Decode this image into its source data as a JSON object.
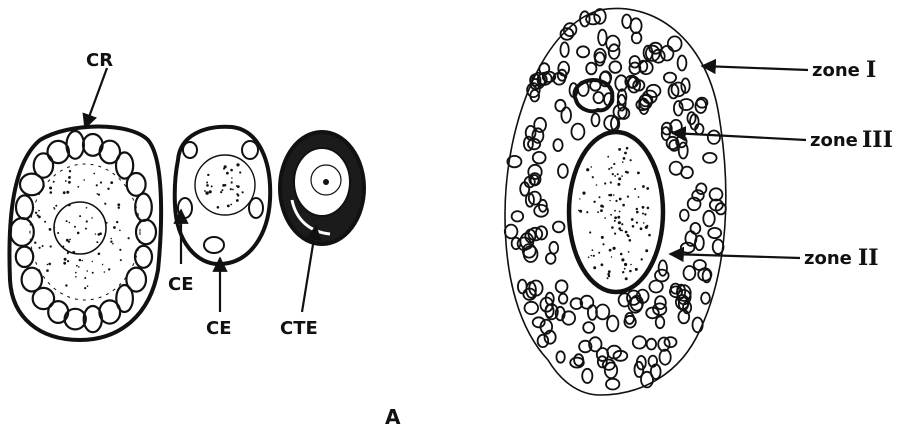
{
  "labels": {
    "cr": "CR",
    "ce_left": "CE",
    "ce_bottom": "CE",
    "cte": "CTE",
    "panel": "A"
  },
  "zones": {
    "zone1": {
      "word": "zone",
      "numeral": "I"
    },
    "zone3": {
      "word": "zone",
      "numeral": "III"
    },
    "zone2": {
      "word": "zone",
      "numeral": "II"
    }
  },
  "colors": {
    "ink": "#111111",
    "paper": "#ffffff"
  }
}
